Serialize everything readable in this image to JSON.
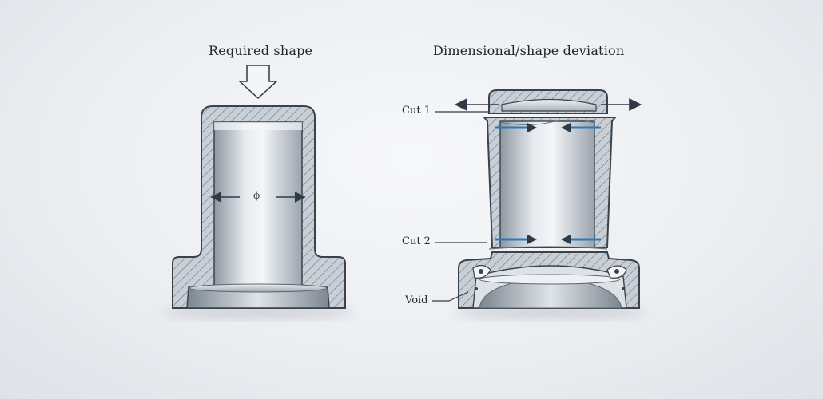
{
  "titles": {
    "left": "Required shape",
    "right": "Dimensional/shape deviation"
  },
  "left_part": {
    "diameter_symbol": "ϕ"
  },
  "right_part": {
    "labels": {
      "cut1": "Cut 1",
      "cut2": "Cut 2",
      "void": "Void"
    }
  },
  "colors": {
    "metal_light": "#e8ecf0",
    "metal_mid": "#b9c1ca",
    "metal_dark": "#6b747e",
    "outline": "#3b424a",
    "arrow_dark": "#2f3a46",
    "arrow_blue": "#2f78b7"
  }
}
